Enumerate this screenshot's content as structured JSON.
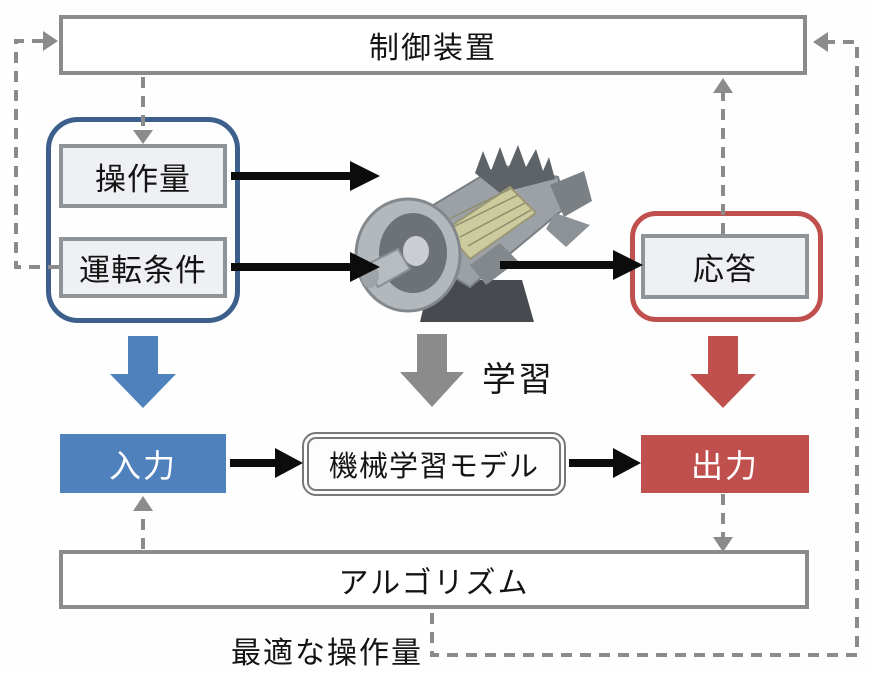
{
  "diagram": {
    "colors": {
      "accent_blue": "#4f81bd",
      "accent_red": "#c0504d",
      "group_blue": "#3c5f8c",
      "gray": "#8b8b8b",
      "inner_border": "#8f9498",
      "light_fill": "#eef0f3"
    },
    "nodes": {
      "control_device": {
        "label": "制御装置"
      },
      "manipulated_variable": {
        "label": "操作量"
      },
      "operating_condition": {
        "label": "運転条件"
      },
      "response": {
        "label": "応答"
      },
      "input": {
        "label": "入力"
      },
      "ml_model": {
        "label": "機械学習モデル"
      },
      "output": {
        "label": "出力"
      },
      "algorithm": {
        "label": "アルゴリズム"
      }
    },
    "labels": {
      "learning": "学習",
      "optimal_manipulated_variable": "最適な操作量"
    },
    "image": {
      "name": "gas-turbine-cutaway-photo"
    }
  }
}
